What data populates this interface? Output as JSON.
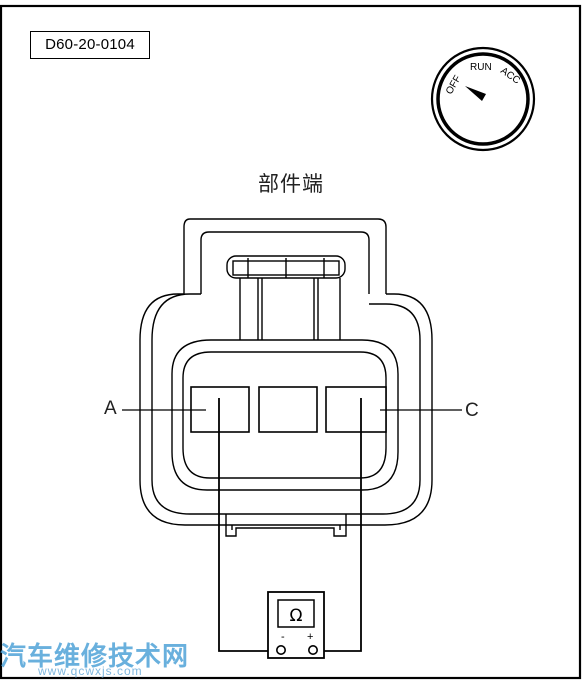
{
  "diagram_code": "D60-20-0104",
  "title": "部件端",
  "ignition": {
    "off": "OFF",
    "run": "RUN",
    "acc": "ACC"
  },
  "pins": {
    "a": "A",
    "c": "C"
  },
  "meter": {
    "symbol": "Ω",
    "neg": "-",
    "pos": "+"
  },
  "watermark": {
    "name": "汽车维修技术网",
    "url": "www.qcwxjs.com"
  },
  "icons": {
    "ignition_switch": "ignition-key-switch-icon",
    "meter": "ohmmeter-icon"
  }
}
